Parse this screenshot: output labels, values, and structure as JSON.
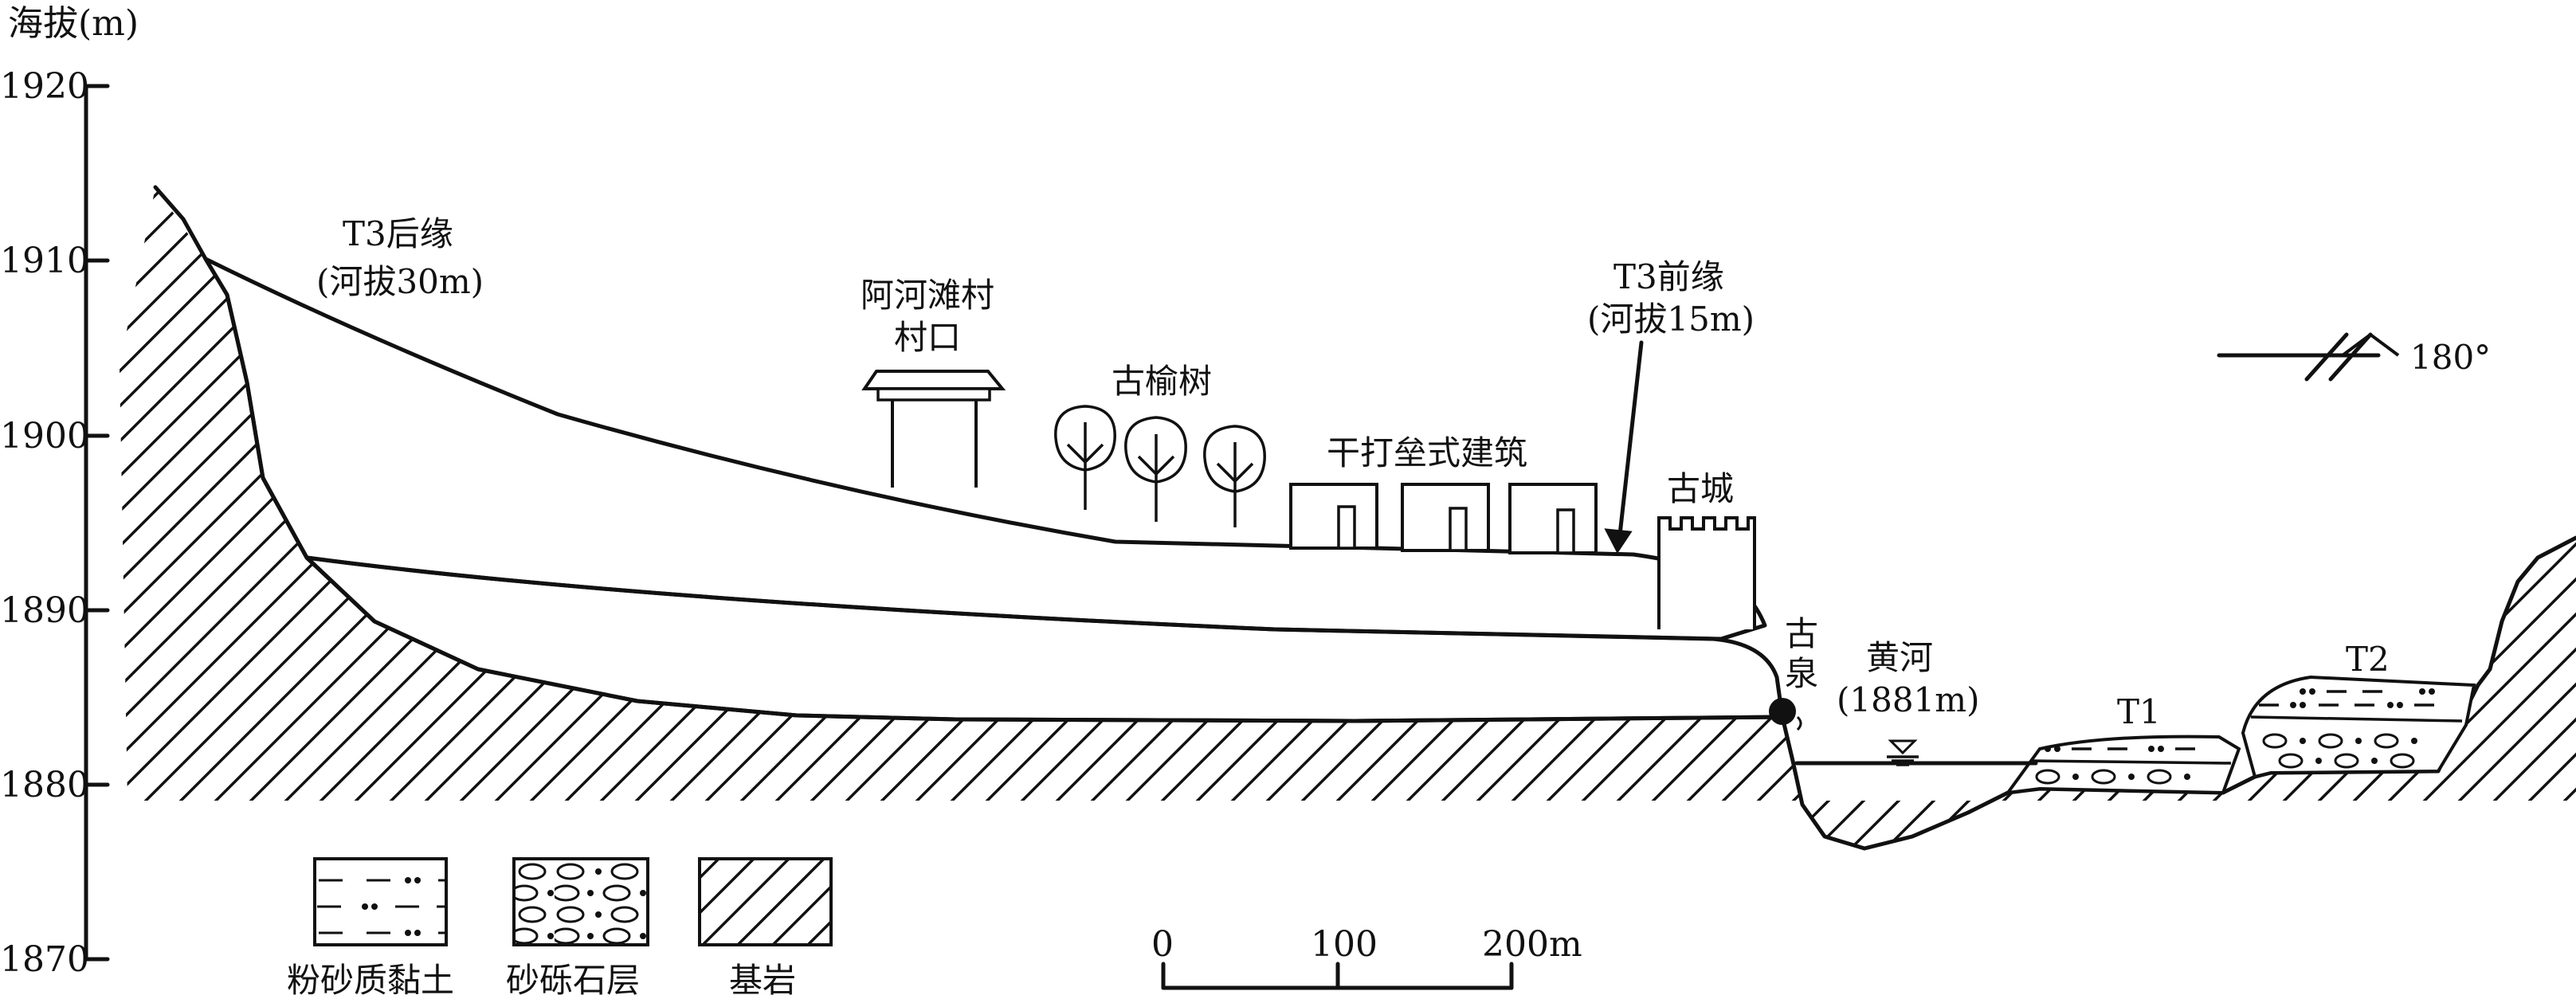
{
  "axis": {
    "title": "海拔(m)",
    "ticks": [
      "1920",
      "1910",
      "1900",
      "1890",
      "1880",
      "1870"
    ]
  },
  "labels": {
    "t3_rear": "T3后缘",
    "t3_rear_height": "(河拔30m)",
    "t3_front": "T3前缘",
    "t3_front_height": "(河拔15m)",
    "village_gate_line1": "阿河滩村",
    "village_gate_line2": "村口",
    "old_elm": "古榆树",
    "rammed_earth": "干打垒式建筑",
    "ancient_city": "古城",
    "ancient_spring_1": "古",
    "ancient_spring_2": "泉",
    "yellow_river": "黄河",
    "yellow_river_elev": "(1881m)",
    "terrace_t1": "T1",
    "terrace_t2": "T2",
    "strike_dip": "180°"
  },
  "legend": [
    {
      "name": "粉砂质黏土",
      "pattern": "silty-clay"
    },
    {
      "name": "砂砾石层",
      "pattern": "gravel"
    },
    {
      "name": "基岩",
      "pattern": "bedrock"
    }
  ],
  "scale_bar": {
    "labels": [
      "0",
      "100",
      "200m"
    ]
  }
}
